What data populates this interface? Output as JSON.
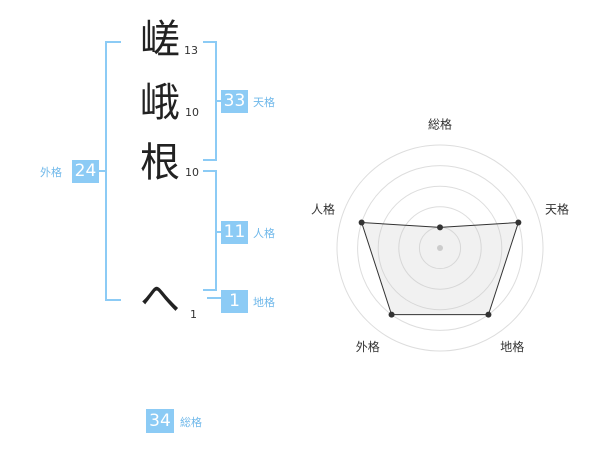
{
  "name_chars": [
    {
      "char": "嵯",
      "strokes": "13"
    },
    {
      "char": "峨",
      "strokes": "10"
    },
    {
      "char": "根",
      "strokes": "10"
    },
    {
      "char": "へ",
      "strokes": "1"
    }
  ],
  "fortunes": {
    "tenkaku": {
      "value": "33",
      "label": "天格"
    },
    "jinkaku": {
      "value": "11",
      "label": "人格"
    },
    "chikaku": {
      "value": "1",
      "label": "地格"
    },
    "gaikaku": {
      "value": "24",
      "label": "外格"
    },
    "soukaku": {
      "value": "34",
      "label": "総格"
    }
  },
  "colors": {
    "accent": "#8ccbf5",
    "label": "#6fb8ea"
  },
  "chart_data": {
    "type": "radar",
    "axes": [
      "総格",
      "天格",
      "地格",
      "外格",
      "人格"
    ],
    "values": [
      1,
      4,
      4,
      4,
      4
    ],
    "rmax": 5,
    "rings": 5
  }
}
